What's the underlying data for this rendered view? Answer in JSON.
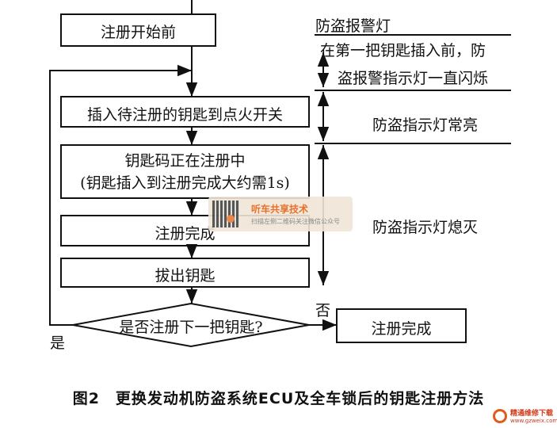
{
  "flow": {
    "start": "注册开始前",
    "step1": "插入待注册的钥匙到点火开关",
    "step2_line1": "钥匙码正在注册中",
    "step2_line2": "(钥匙插入到注册完成大约需1s)",
    "step3": "注册完成",
    "step4": "拔出钥匙",
    "decision": "是否注册下一把钥匙?",
    "yes": "是",
    "no": "否",
    "end": "注册完成"
  },
  "indicator": {
    "header": "防盗报警灯",
    "phase1_line1": "在第一把钥匙插入前，防",
    "phase1_line2": "盗报警指示灯一直闪烁",
    "phase2": "防盗指示灯常亮",
    "phase3": "防盗指示灯熄灭"
  },
  "caption": "图2　更换发动机防盗系统ECU及全车锁后的钥匙注册方法",
  "watermark": {
    "title": "听车共享技术",
    "subtitle": "扫描左侧二维码关注微信公众号"
  },
  "logo": {
    "name": "精通维修下载",
    "url": "www.gzweix.com"
  }
}
